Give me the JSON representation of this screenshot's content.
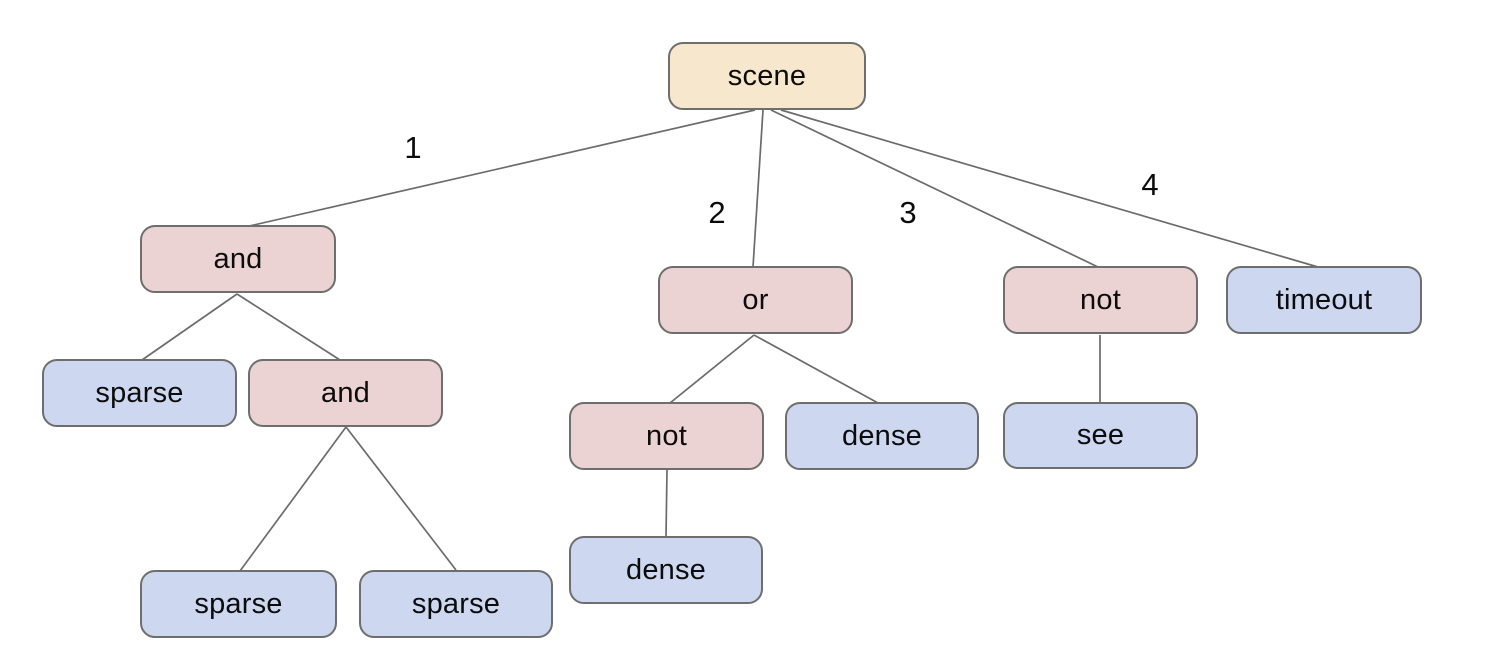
{
  "colors": {
    "root_fill": "#f6e7cd",
    "operator_fill": "#ecd3d3",
    "leaf_fill": "#cdd8f0",
    "node_border": "#6e6e6e",
    "edge_color": "#6b6b6b",
    "text_color": "#0c0c0c"
  },
  "tree": {
    "label": "scene",
    "children": [
      {
        "edge": "1",
        "label": "and",
        "children": [
          {
            "label": "sparse"
          },
          {
            "label": "and",
            "children": [
              {
                "label": "sparse"
              },
              {
                "label": "sparse"
              }
            ]
          }
        ]
      },
      {
        "edge": "2",
        "label": "or",
        "children": [
          {
            "label": "not",
            "children": [
              {
                "label": "dense"
              }
            ]
          },
          {
            "label": "dense"
          }
        ]
      },
      {
        "edge": "3",
        "label": "not",
        "children": [
          {
            "label": "see"
          }
        ]
      },
      {
        "edge": "4",
        "label": "timeout"
      }
    ]
  }
}
